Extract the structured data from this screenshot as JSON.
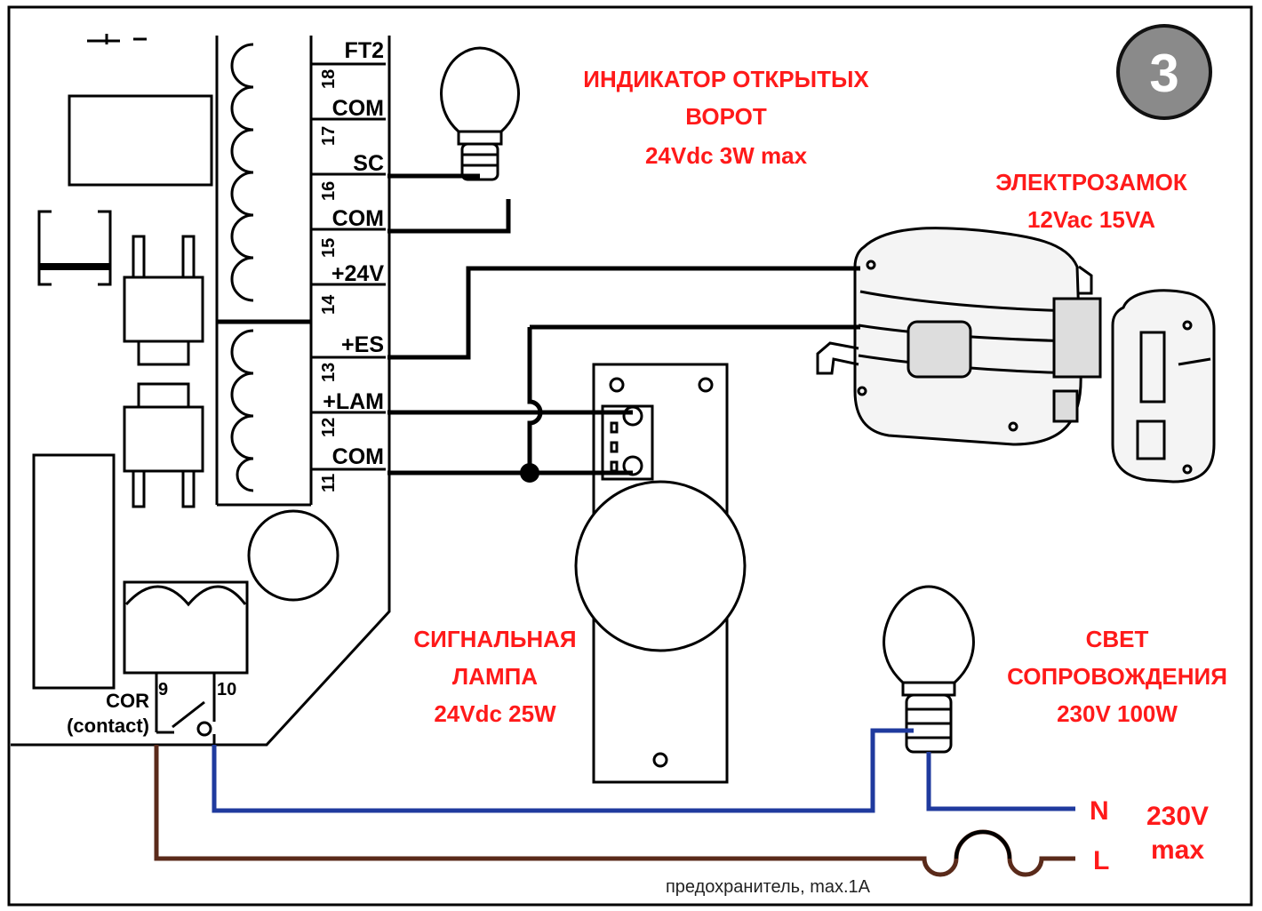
{
  "step_badge": "3",
  "terminals": [
    {
      "number": "",
      "label": "FT2"
    },
    {
      "number": "18",
      "label": "COM"
    },
    {
      "number": "17",
      "label": "SC"
    },
    {
      "number": "16",
      "label": "COM"
    },
    {
      "number": "15",
      "label": "+24V"
    },
    {
      "number": "14",
      "label": "+ES"
    },
    {
      "number": "13",
      "label": "+LAM"
    },
    {
      "number": "12",
      "label": "COM"
    },
    {
      "number": "11",
      "label": ""
    }
  ],
  "cor": {
    "line1": "COR",
    "line2": "(contact)",
    "pin_a": "9",
    "pin_b": "10"
  },
  "labels": {
    "gate_indicator": [
      "ИНДИКАТОР ОТКРЫТЫХ",
      "ВОРОТ",
      "24Vdc 3W max"
    ],
    "electric_lock": [
      "ЭЛЕКТРОЗАМОК",
      "12Vac 15VA"
    ],
    "signal_lamp": [
      "СИГНАЛЬНАЯ",
      "ЛАМПА",
      "24Vdc 25W"
    ],
    "courtesy_light": [
      "СВЕТ",
      "СОПРОВОЖДЕНИЯ",
      "230V 100W"
    ]
  },
  "mains": {
    "n": "N",
    "l": "L",
    "voltage": "230V",
    "max": "max"
  },
  "fuse_label": "предохранитель, max.1A",
  "colors": {
    "label_red": "#ff1a1a",
    "neutral_wire": "#1f3a9e",
    "live_wire": "#5a2a1a",
    "badge": "#8a8a8a"
  }
}
